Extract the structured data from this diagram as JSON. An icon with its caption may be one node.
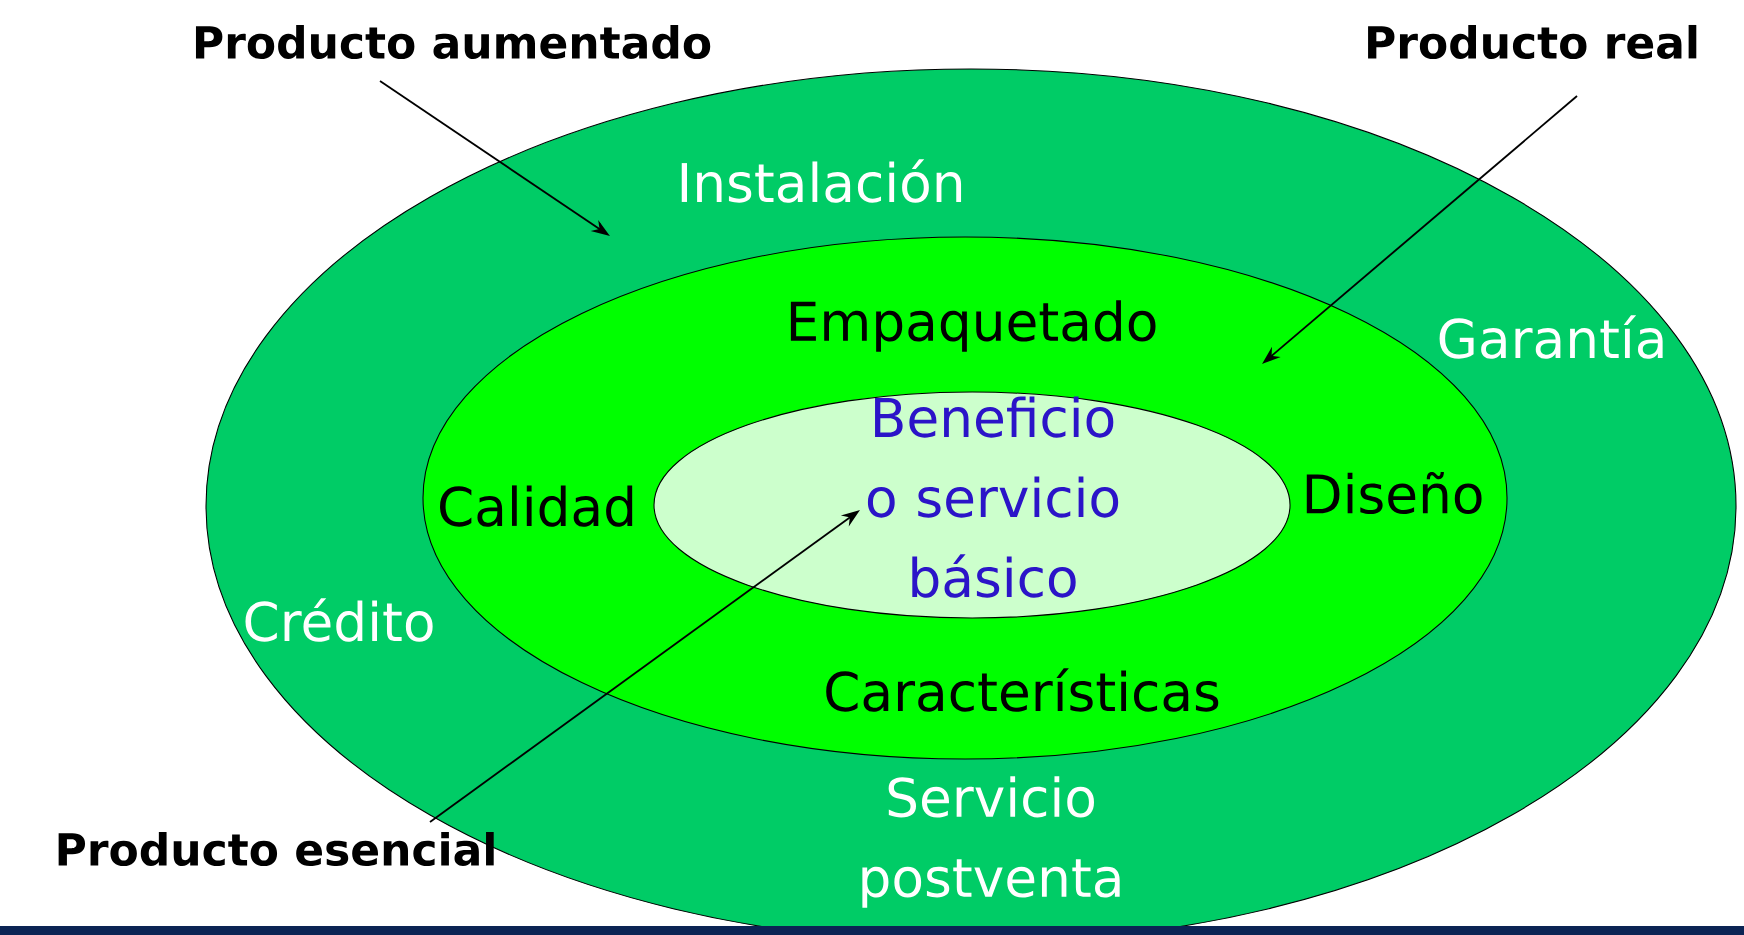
{
  "diagram": {
    "nodes": [
      {
        "text": [
          "Instalación",
          "Garantía",
          "Crédito",
          "Servicio postventa"
        ]
      },
      {
        "text": [
          "Empaquetado",
          "Calidad",
          "Diseño",
          "Características"
        ],
        "in": 0
      },
      {
        "text": [
          "Beneficio o servicio básico"
        ],
        "in": 1
      },
      {
        "text": [
          "Producto aumentado"
        ]
      },
      {
        "text": [
          "Producto real"
        ]
      },
      {
        "text": [
          "Producto esencial"
        ]
      }
    ],
    "edges": [
      {
        "from": 3,
        "to": 0,
        "arrow": "to"
      },
      {
        "from": 4,
        "to": 1,
        "arrow": "to"
      },
      {
        "from": 5,
        "to": 2,
        "arrow": "to"
      }
    ]
  }
}
